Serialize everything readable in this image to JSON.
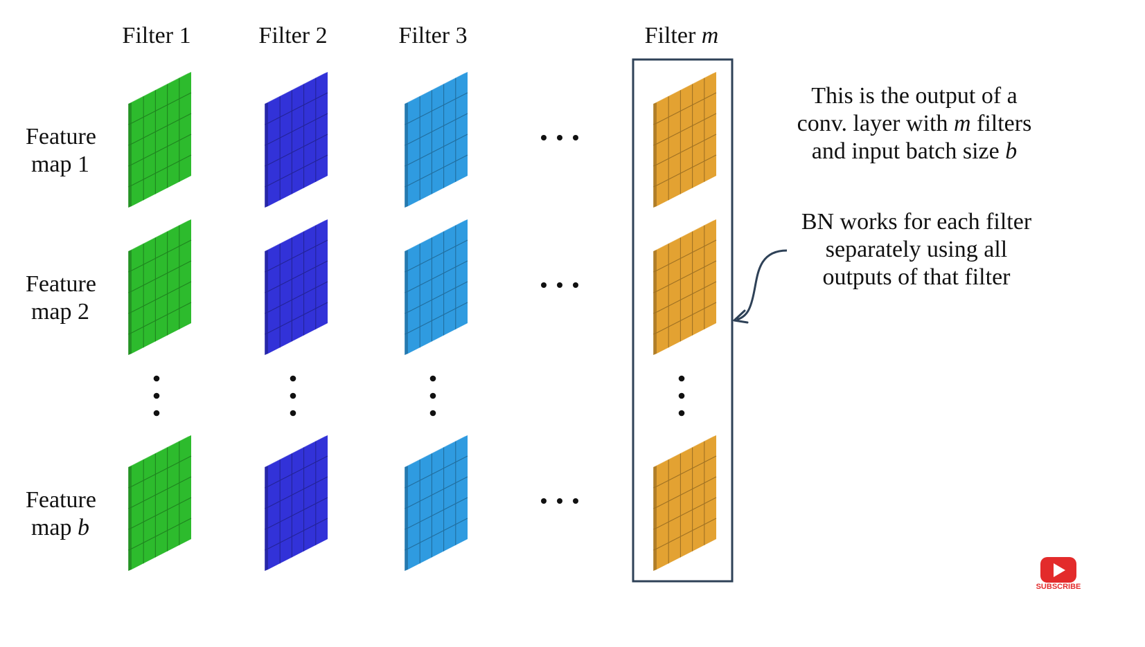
{
  "filters": [
    {
      "prefix": "Filter ",
      "suffix": "1",
      "italic_suffix": false,
      "color": "#2dbb2d"
    },
    {
      "prefix": "Filter ",
      "suffix": "2",
      "italic_suffix": false,
      "color": "#3232d8"
    },
    {
      "prefix": "Filter ",
      "suffix": "3",
      "italic_suffix": false,
      "color": "#2f9be0"
    },
    {
      "prefix": "Filter ",
      "suffix": "m",
      "italic_suffix": true,
      "color": "#e3a232"
    }
  ],
  "feature_maps": [
    {
      "line1": "Feature",
      "line2_prefix": "map ",
      "line2_suffix": "1",
      "italic_suffix": false
    },
    {
      "line1": "Feature",
      "line2_prefix": "map ",
      "line2_suffix": "2",
      "italic_suffix": false
    },
    {
      "line1": "Feature",
      "line2_prefix": "map ",
      "line2_suffix": "b",
      "italic_suffix": true
    }
  ],
  "notes": {
    "output": [
      {
        "parts": [
          {
            "t": "This is the output of a",
            "i": false
          }
        ]
      },
      {
        "parts": [
          {
            "t": "conv. layer with ",
            "i": false
          },
          {
            "t": "m",
            "i": true
          },
          {
            "t": " filters",
            "i": false
          }
        ]
      },
      {
        "parts": [
          {
            "t": "and input batch size ",
            "i": false
          },
          {
            "t": "b",
            "i": true
          }
        ]
      }
    ],
    "bn": [
      {
        "parts": [
          {
            "t": "BN works for each filter",
            "i": false
          }
        ]
      },
      {
        "parts": [
          {
            "t": "separately using all",
            "i": false
          }
        ]
      },
      {
        "parts": [
          {
            "t": "outputs of that filter",
            "i": false
          }
        ]
      }
    ]
  },
  "colors": {
    "highlight_box": "#2e4157",
    "arrow": "#2e4157",
    "subscribe_red": "#e32b2b"
  },
  "icons": {
    "subscribe": "youtube-subscribe-icon",
    "ellipsis": "ellipsis-icon"
  },
  "subscribe_label": "SUBSCRIBE"
}
